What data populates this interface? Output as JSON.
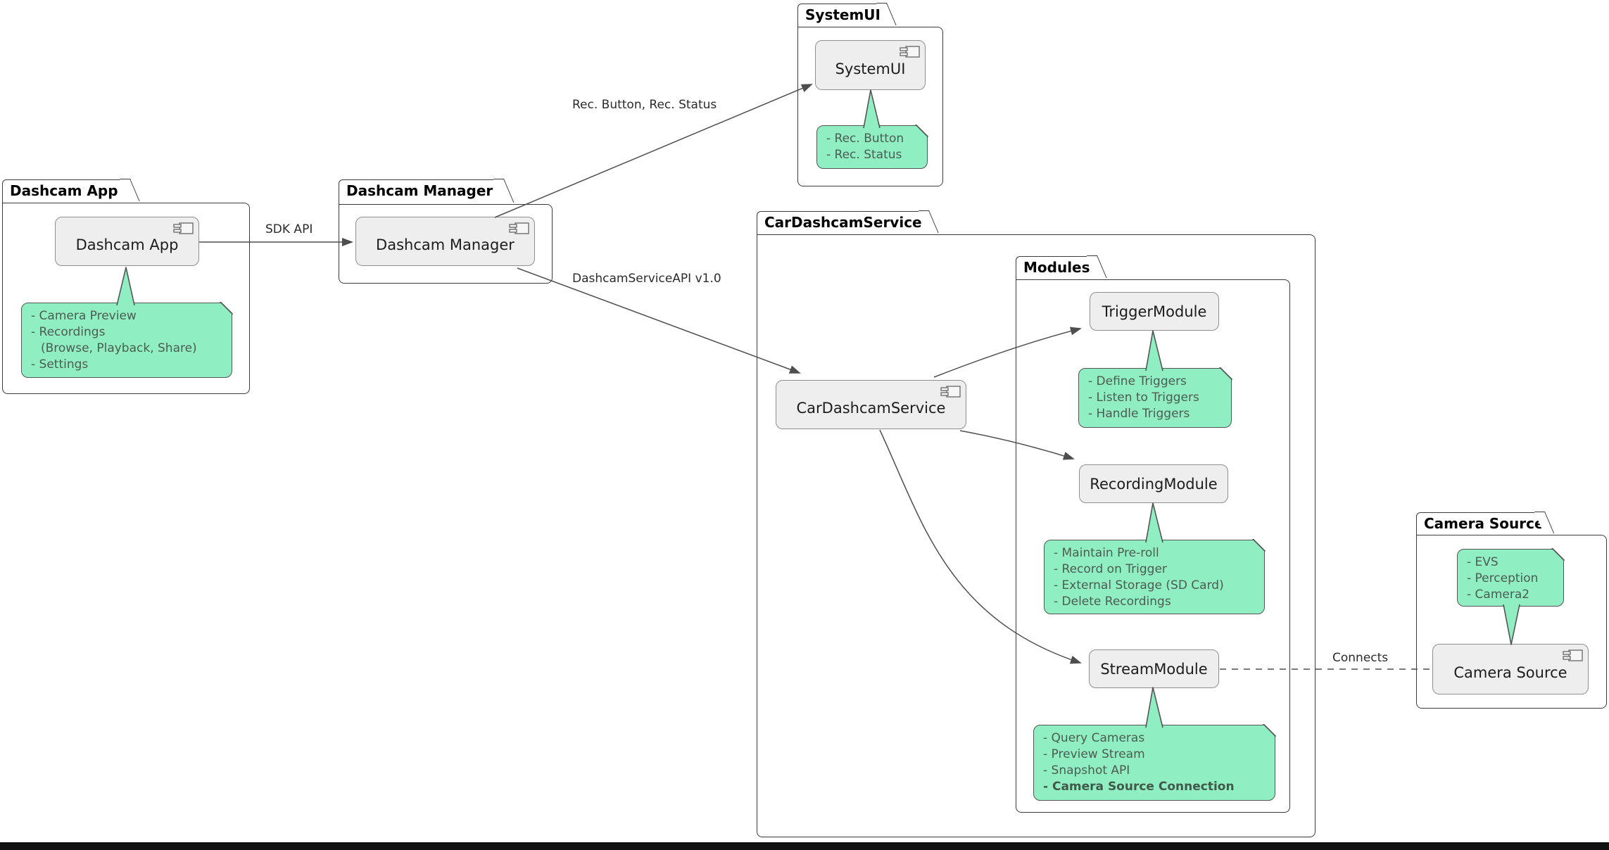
{
  "packages": {
    "dashcam_app": {
      "title": "Dashcam App"
    },
    "dashcam_manager": {
      "title": "Dashcam Manager"
    },
    "systemui": {
      "title": "SystemUI"
    },
    "car_dashcam_service": {
      "title": "CarDashcamService"
    },
    "modules": {
      "title": "Modules"
    },
    "camera_source": {
      "title": "Camera Source"
    }
  },
  "components": {
    "dashcam_app": {
      "label": "Dashcam App"
    },
    "dashcam_manager": {
      "label": "Dashcam Manager"
    },
    "systemui": {
      "label": "SystemUI"
    },
    "car_dashcam_service": {
      "label": "CarDashcamService"
    },
    "trigger_module": {
      "label": "TriggerModule"
    },
    "recording_module": {
      "label": "RecordingModule"
    },
    "stream_module": {
      "label": "StreamModule"
    },
    "camera_source": {
      "label": "Camera Source"
    }
  },
  "notes": {
    "dashcam_app": {
      "lines": [
        "- Camera Preview",
        "- Recordings",
        "(Browse, Playback, Share)",
        "- Settings"
      ]
    },
    "systemui": {
      "lines": [
        "- Rec. Button",
        "- Rec. Status"
      ]
    },
    "trigger_module": {
      "lines": [
        "- Define Triggers",
        "- Listen to Triggers",
        "- Handle Triggers"
      ]
    },
    "recording_module": {
      "lines": [
        "- Maintain Pre-roll",
        "- Record on Trigger",
        "- External Storage (SD Card)",
        "- Delete Recordings"
      ]
    },
    "stream_module": {
      "lines": [
        "- Query Cameras",
        "- Preview Stream",
        "- Snapshot API",
        "- Camera Source Connection"
      ]
    },
    "camera_source": {
      "lines": [
        "- EVS",
        "- Perception",
        "- Camera2"
      ]
    }
  },
  "edge_labels": {
    "sdk_api": {
      "label": "SDK API"
    },
    "rec_controls": {
      "label": "Rec. Button, Rec. Status"
    },
    "service_api": {
      "label": "DashcamServiceAPI v1.0"
    },
    "connects": {
      "label": "Connects"
    }
  },
  "colors": {
    "note_fill": "#90efc2",
    "note_border": "#545454",
    "package_border": "#3a3a3a",
    "component_fill": "#eeeeee",
    "component_border": "#8f8f8f",
    "arrow": "#4e4e4e",
    "footer_bar": "#111111"
  }
}
